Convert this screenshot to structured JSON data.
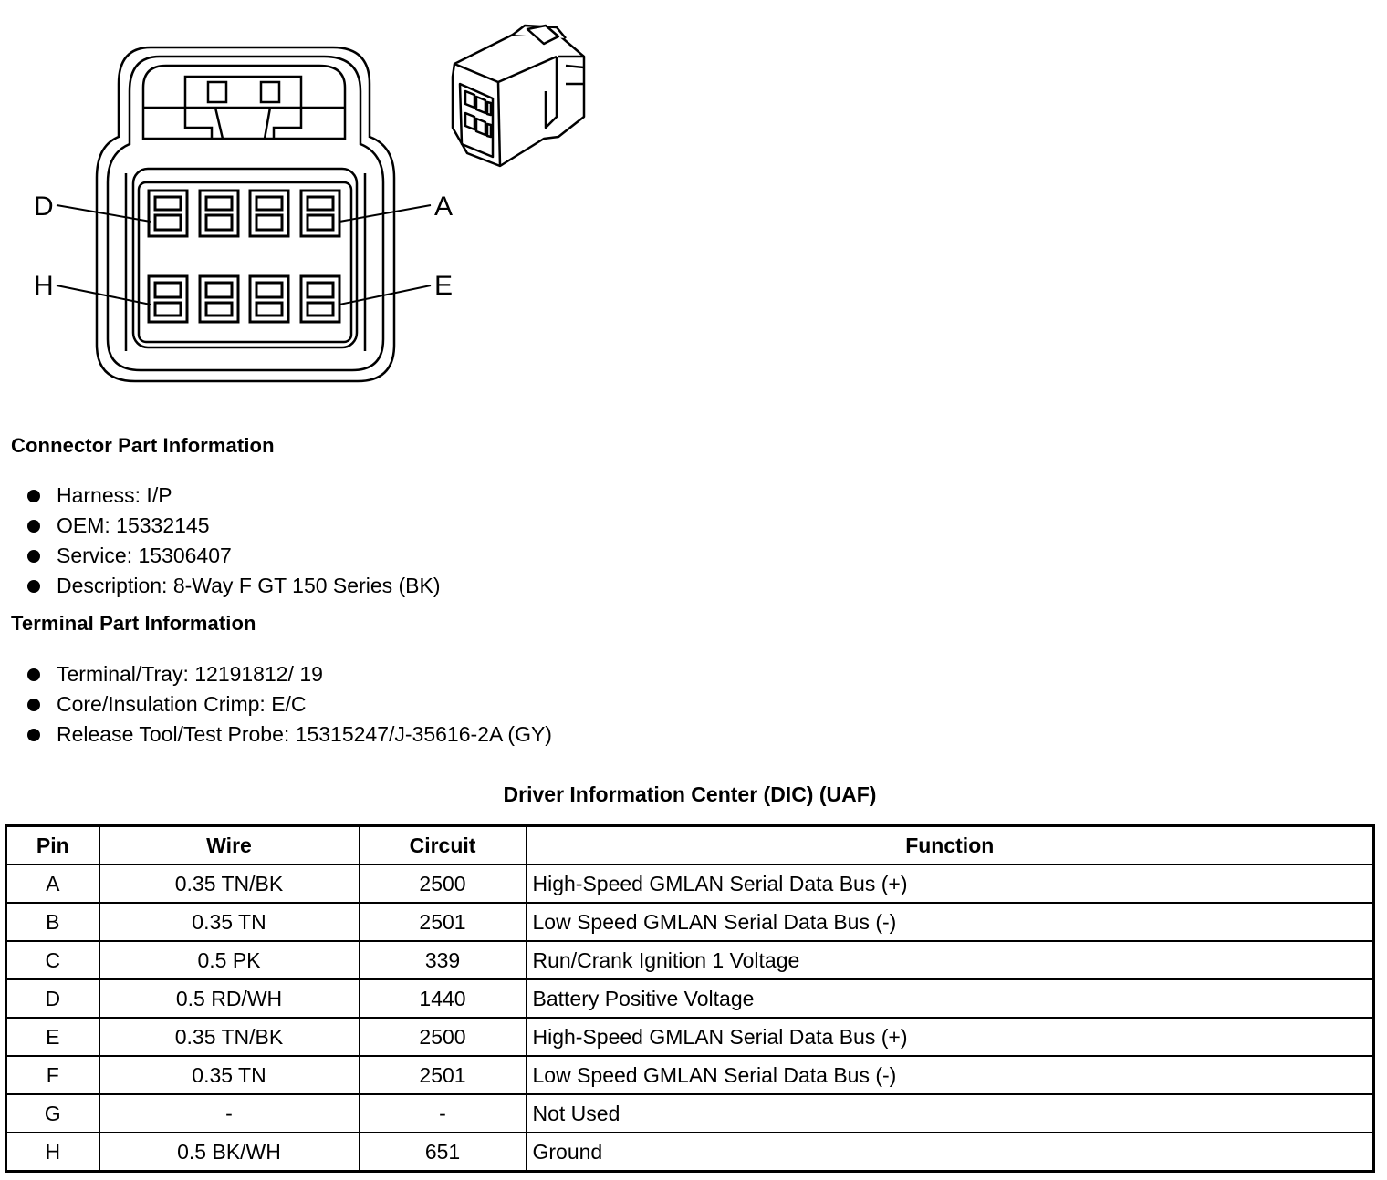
{
  "diagram": {
    "pin_labels": {
      "top_left": "D",
      "top_right": "A",
      "bottom_left": "H",
      "bottom_right": "E"
    }
  },
  "connector_info": {
    "heading": "Connector Part Information",
    "items": [
      "Harness: I/P",
      "OEM: 15332145",
      "Service: 15306407",
      "Description: 8-Way F GT 150 Series (BK)"
    ]
  },
  "terminal_info": {
    "heading": "Terminal Part Information",
    "items": [
      "Terminal/Tray: 12191812/ 19",
      "Core/Insulation Crimp: E/C",
      "Release Tool/Test Probe: 15315247/J-35616-2A (GY)"
    ]
  },
  "table": {
    "title": "Driver Information Center (DIC) (UAF)",
    "headers": [
      "Pin",
      "Wire",
      "Circuit",
      "Function"
    ],
    "rows": [
      [
        "A",
        "0.35 TN/BK",
        "2500",
        "High-Speed GMLAN Serial Data Bus (+)"
      ],
      [
        "B",
        "0.35 TN",
        "2501",
        "Low Speed GMLAN Serial Data Bus (-)"
      ],
      [
        "C",
        "0.5 PK",
        "339",
        "Run/Crank Ignition 1 Voltage"
      ],
      [
        "D",
        "0.5 RD/WH",
        "1440",
        "Battery Positive Voltage"
      ],
      [
        "E",
        "0.35 TN/BK",
        "2500",
        "High-Speed GMLAN Serial Data Bus (+)"
      ],
      [
        "F",
        "0.35 TN",
        "2501",
        "Low Speed GMLAN Serial Data Bus (-)"
      ],
      [
        "G",
        "-",
        "-",
        "Not Used"
      ],
      [
        "H",
        "0.5 BK/WH",
        "651",
        "Ground"
      ]
    ]
  }
}
